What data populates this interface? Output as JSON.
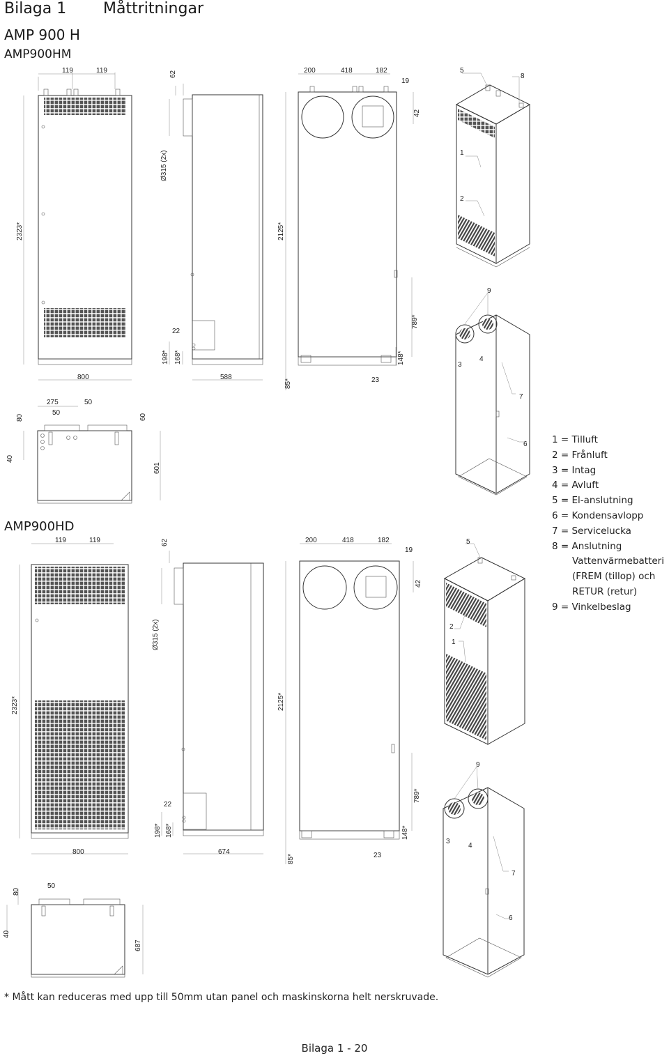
{
  "header": {
    "title": "Bilaga 1",
    "subtitle": "Måttritningar",
    "model_h": "AMP 900 H",
    "model_hm": "AMP900HM",
    "model_hd": "AMP900HD"
  },
  "legend": [
    "1 = Tilluft",
    "2 = Frånluft",
    "3 = Intag",
    "4 = Avluft",
    "5 = El-anslutning",
    "6 = Kondensavlopp",
    "7 = Servicelucka",
    "8 = Anslutning",
    "Vattenvärmebatteri",
    "(FREM (tillop) och",
    "RETUR (retur)",
    "9 = Vinkelbeslag"
  ],
  "hm": {
    "front": {
      "top_a": "119",
      "top_b": "119",
      "height": "2323*",
      "width": "800"
    },
    "side": {
      "top": "62",
      "duct": "Ø315 (2x)",
      "h22": "22",
      "h198": "198*",
      "h168": "168*",
      "width": "588"
    },
    "back": {
      "w200": "200",
      "w418": "418",
      "w182": "182",
      "w19": "19",
      "h42": "42",
      "height": "2125*",
      "h789": "789*",
      "h148": "148*",
      "h85": "85*",
      "w23": "23"
    },
    "top": {
      "w275": "275",
      "w50a": "50",
      "w50b": "50",
      "h80": "80",
      "h60": "60",
      "h40": "40",
      "depth": "601"
    },
    "callouts": {
      "c1": "1",
      "c2": "2",
      "c3": "3",
      "c4": "4",
      "c5": "5",
      "c6": "6",
      "c7": "7",
      "c8": "8",
      "c9": "9"
    }
  },
  "hd": {
    "front": {
      "top_a": "119",
      "top_b": "119",
      "height": "2323*",
      "width": "800"
    },
    "side": {
      "top": "62",
      "duct": "Ø315 (2x)",
      "h22": "22",
      "h198": "198*",
      "h168": "168*",
      "width": "674"
    },
    "back": {
      "w200": "200",
      "w418": "418",
      "w182": "182",
      "w19": "19",
      "h42": "42",
      "height": "2125*",
      "h789": "789*",
      "h148": "148*",
      "h85": "85*",
      "w23": "23"
    },
    "top": {
      "w50": "50",
      "h80": "80",
      "h40": "40",
      "depth": "687"
    },
    "callouts": {
      "c1": "1",
      "c2": "2",
      "c3": "3",
      "c4": "4",
      "c5": "5",
      "c6": "6",
      "c7": "7",
      "c9": "9"
    }
  },
  "footnote": "* Mått kan reduceras med upp till 50mm utan  panel och maskinskorna helt nerskruvade.",
  "page_number": "Bilaga 1 - 20"
}
